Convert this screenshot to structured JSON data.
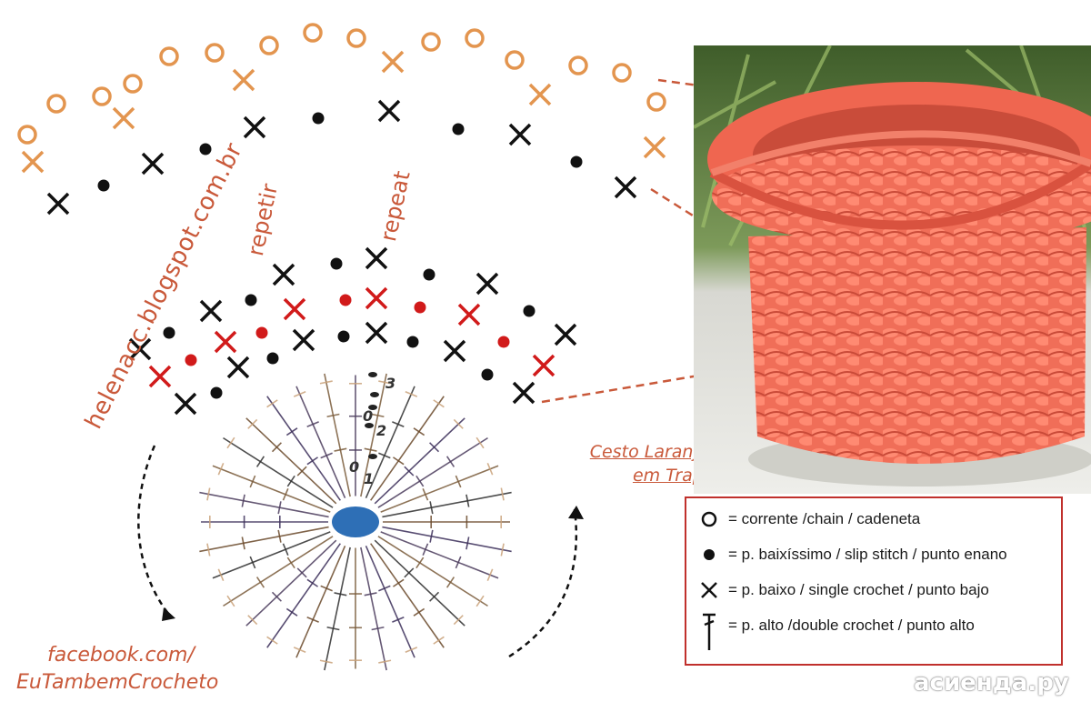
{
  "diagram": {
    "rotated_texts": {
      "blog": "helenacc.blogspot.com.br",
      "repetir": "repetir",
      "repeat": "repeat"
    },
    "caption": {
      "line1": "Cesto Laranja Mamão",
      "line2": "em Trapilho"
    },
    "facebook": {
      "line1": "facebook.com/",
      "line2": "EuTambemCrocheto"
    },
    "round_numbers": [
      "3",
      "2",
      "0",
      "0",
      "1"
    ],
    "colors": {
      "orange": "#e3954f",
      "black": "#111111",
      "red": "#d11a1a",
      "accent": "#c9593a",
      "center": "#2e6fb6",
      "legend_border": "#c0302c"
    }
  },
  "legend": {
    "rows": [
      {
        "icon": "chain-circle-icon",
        "text": "= corrente /chain / cadeneta"
      },
      {
        "icon": "slip-stitch-dot-icon",
        "text": "= p. baixíssimo / slip stitch / punto enano"
      },
      {
        "icon": "single-crochet-x-icon",
        "text": "= p. baixo / single crochet / punto bajo"
      },
      {
        "icon": "double-crochet-t-icon",
        "text": "= p. alto /double crochet / punto alto"
      }
    ]
  },
  "watermark": "асиенда.ру"
}
